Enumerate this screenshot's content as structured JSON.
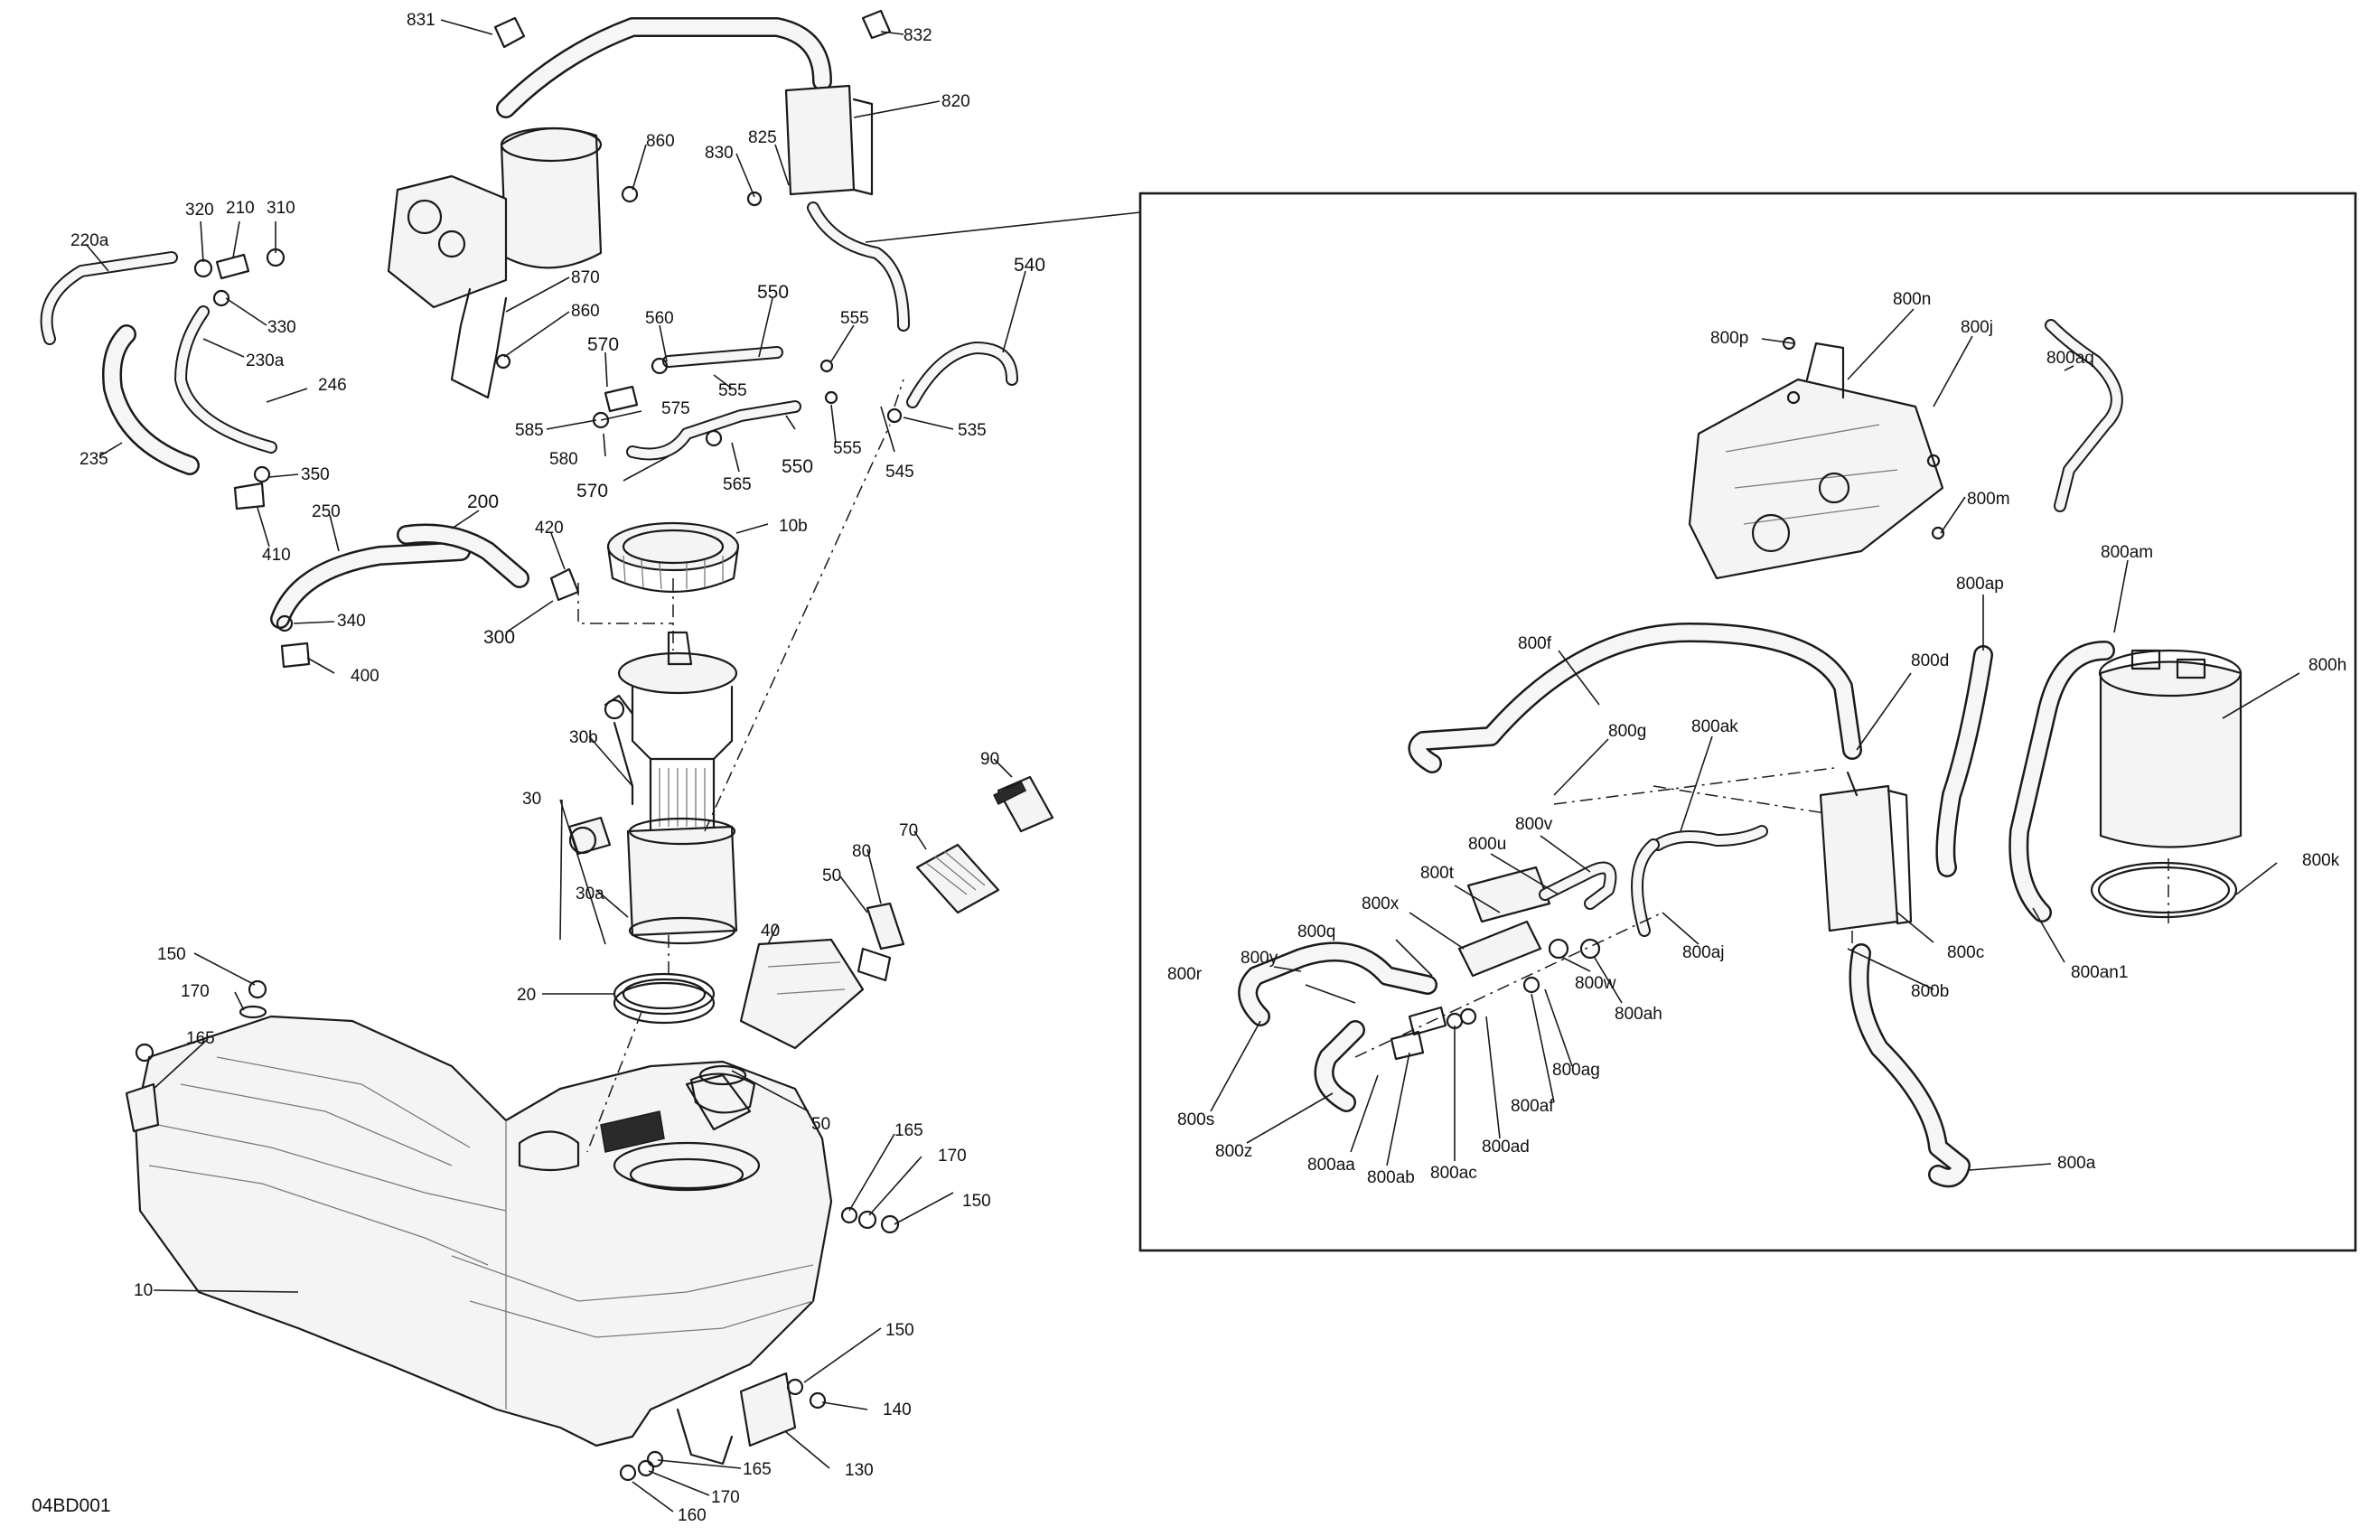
{
  "document_code": "04BD001",
  "callouts": {
    "c831": "831",
    "c832": "832",
    "c820": "820",
    "c825": "825",
    "c830": "830",
    "c860a": "860",
    "c860b": "860",
    "c870": "870",
    "c320": "320",
    "c210": "210",
    "c310": "310",
    "c220a": "220a",
    "c330": "330",
    "c230a": "230a",
    "c246": "246",
    "c235": "235",
    "c350": "350",
    "c410": "410",
    "c250": "250",
    "c200": "200",
    "c420": "420",
    "c340": "340",
    "c300": "300",
    "c400": "400",
    "c550a": "550",
    "c560": "560",
    "c570a": "570",
    "c555a": "555",
    "c555b": "555",
    "c555c": "555",
    "c575": "575",
    "c585": "585",
    "c580": "580",
    "c570b": "570",
    "c565": "565",
    "c550b": "550",
    "c545": "545",
    "c535": "535",
    "c540": "540",
    "c10b": "10b",
    "c30b": "30b",
    "c30": "30",
    "c30a": "30a",
    "c90": "90",
    "c70": "70",
    "c80": "80",
    "c50a": "50",
    "c40": "40",
    "c20": "20",
    "c150a": "150",
    "c170a": "170",
    "c165a": "165",
    "c50b": "50",
    "c165b": "165",
    "c170b": "170",
    "c150b": "150",
    "c10": "10",
    "c150c": "150",
    "c140": "140",
    "c130": "130",
    "c165c": "165",
    "c170c": "170",
    "c160": "160",
    "d800n": "800n",
    "d800p": "800p",
    "d800j": "800j",
    "d800aq": "800aq",
    "d800m": "800m",
    "d800ap": "800ap",
    "d800am": "800am",
    "d800f": "800f",
    "d800d": "800d",
    "d800h": "800h",
    "d800g": "800g",
    "d800ak": "800ak",
    "d800v": "800v",
    "d800u": "800u",
    "d800t": "800t",
    "d800x": "800x",
    "d800q": "800q",
    "d800y": "800y",
    "d800r": "800r",
    "d800w": "800w",
    "d800ah": "800ah",
    "d800aj": "800aj",
    "d800c": "800c",
    "d800b": "800b",
    "d800an1": "800an1",
    "d800k": "800k",
    "d800s": "800s",
    "d800z": "800z",
    "d800aa": "800aa",
    "d800ab": "800ab",
    "d800ac": "800ac",
    "d800ad": "800ad",
    "d800af": "800af",
    "d800ag": "800ag",
    "d800a": "800a"
  },
  "colors": {
    "line": "#1a1a1a",
    "fill": "#f4f4f4",
    "background": "#ffffff"
  }
}
